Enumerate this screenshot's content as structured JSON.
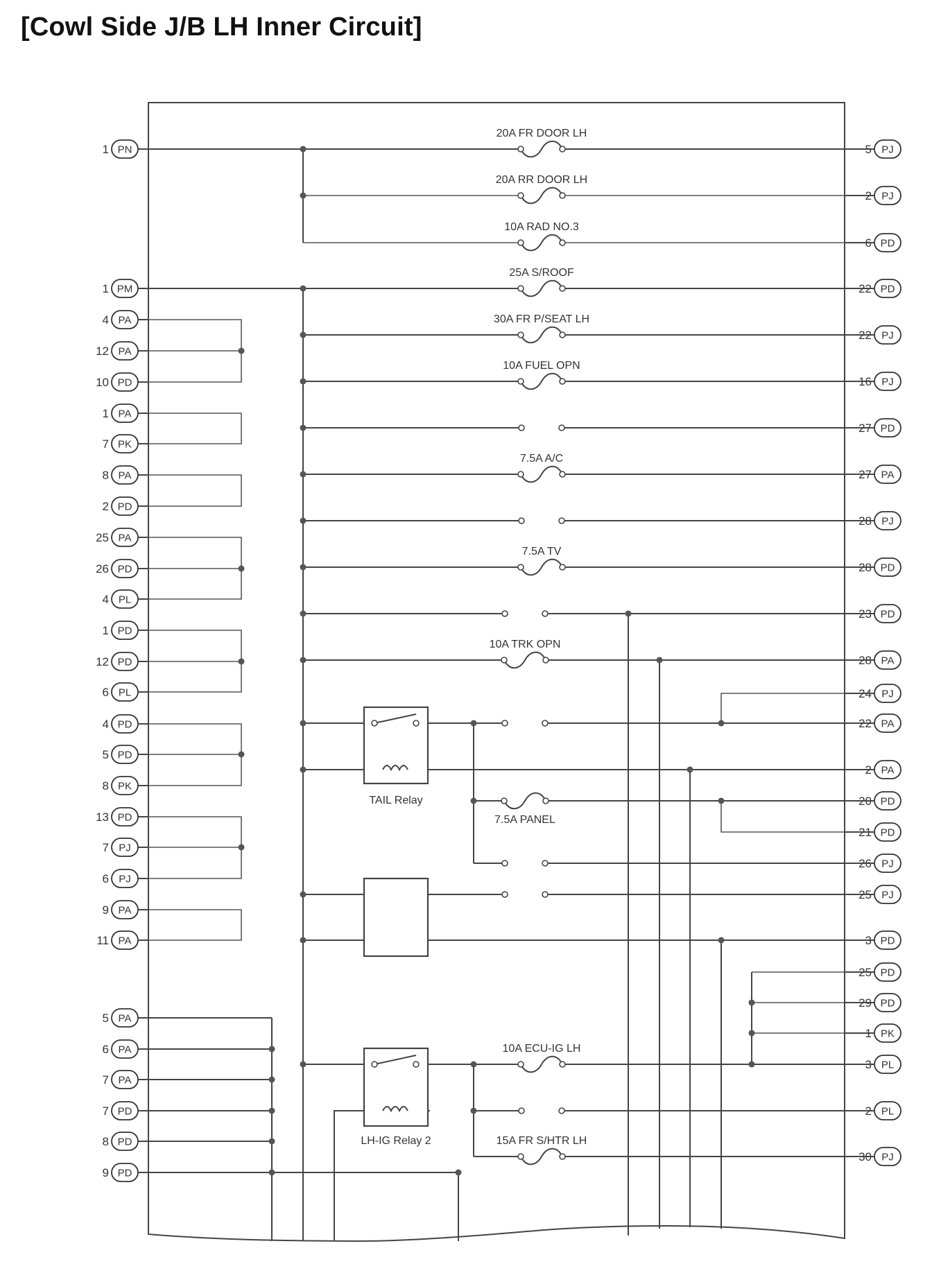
{
  "title": "[Cowl Side J/B LH Inner Circuit]",
  "left_pins": [
    {
      "num": "1",
      "code": "PN"
    },
    {
      "num": "1",
      "code": "PM"
    },
    {
      "num": "4",
      "code": "PA"
    },
    {
      "num": "12",
      "code": "PA"
    },
    {
      "num": "10",
      "code": "PD"
    },
    {
      "num": "1",
      "code": "PA"
    },
    {
      "num": "7",
      "code": "PK"
    },
    {
      "num": "8",
      "code": "PA"
    },
    {
      "num": "2",
      "code": "PD"
    },
    {
      "num": "25",
      "code": "PA"
    },
    {
      "num": "26",
      "code": "PD"
    },
    {
      "num": "4",
      "code": "PL"
    },
    {
      "num": "1",
      "code": "PD"
    },
    {
      "num": "12",
      "code": "PD"
    },
    {
      "num": "6",
      "code": "PL"
    },
    {
      "num": "4",
      "code": "PD"
    },
    {
      "num": "5",
      "code": "PD"
    },
    {
      "num": "8",
      "code": "PK"
    },
    {
      "num": "13",
      "code": "PD"
    },
    {
      "num": "7",
      "code": "PJ"
    },
    {
      "num": "6",
      "code": "PJ"
    },
    {
      "num": "9",
      "code": "PA"
    },
    {
      "num": "11",
      "code": "PA"
    },
    {
      "num": "5",
      "code": "PA"
    },
    {
      "num": "6",
      "code": "PA"
    },
    {
      "num": "7",
      "code": "PA"
    },
    {
      "num": "7",
      "code": "PD"
    },
    {
      "num": "8",
      "code": "PD"
    },
    {
      "num": "9",
      "code": "PD"
    }
  ],
  "right_pins": [
    {
      "num": "5",
      "code": "PJ"
    },
    {
      "num": "2",
      "code": "PJ"
    },
    {
      "num": "6",
      "code": "PD"
    },
    {
      "num": "22",
      "code": "PD"
    },
    {
      "num": "22",
      "code": "PJ"
    },
    {
      "num": "16",
      "code": "PJ"
    },
    {
      "num": "27",
      "code": "PD"
    },
    {
      "num": "27",
      "code": "PA"
    },
    {
      "num": "28",
      "code": "PJ"
    },
    {
      "num": "28",
      "code": "PD"
    },
    {
      "num": "23",
      "code": "PD"
    },
    {
      "num": "28",
      "code": "PA"
    },
    {
      "num": "24",
      "code": "PJ"
    },
    {
      "num": "22",
      "code": "PA"
    },
    {
      "num": "2",
      "code": "PA"
    },
    {
      "num": "20",
      "code": "PD"
    },
    {
      "num": "21",
      "code": "PD"
    },
    {
      "num": "26",
      "code": "PJ"
    },
    {
      "num": "25",
      "code": "PJ"
    },
    {
      "num": "3",
      "code": "PD"
    },
    {
      "num": "25",
      "code": "PD"
    },
    {
      "num": "29",
      "code": "PD"
    },
    {
      "num": "1",
      "code": "PK"
    },
    {
      "num": "3",
      "code": "PL"
    },
    {
      "num": "2",
      "code": "PL"
    },
    {
      "num": "30",
      "code": "PJ"
    }
  ],
  "fuses": [
    "20A FR DOOR LH",
    "20A RR DOOR LH",
    "10A RAD NO.3",
    "25A S/ROOF",
    "30A FR P/SEAT LH",
    "10A FUEL OPN",
    "7.5A A/C",
    "7.5A TV",
    "10A TRK OPN",
    "7.5A PANEL",
    "10A ECU-IG LH",
    "15A FR S/HTR LH"
  ],
  "relays": [
    "TAIL Relay",
    "LH-IG Relay 2"
  ]
}
